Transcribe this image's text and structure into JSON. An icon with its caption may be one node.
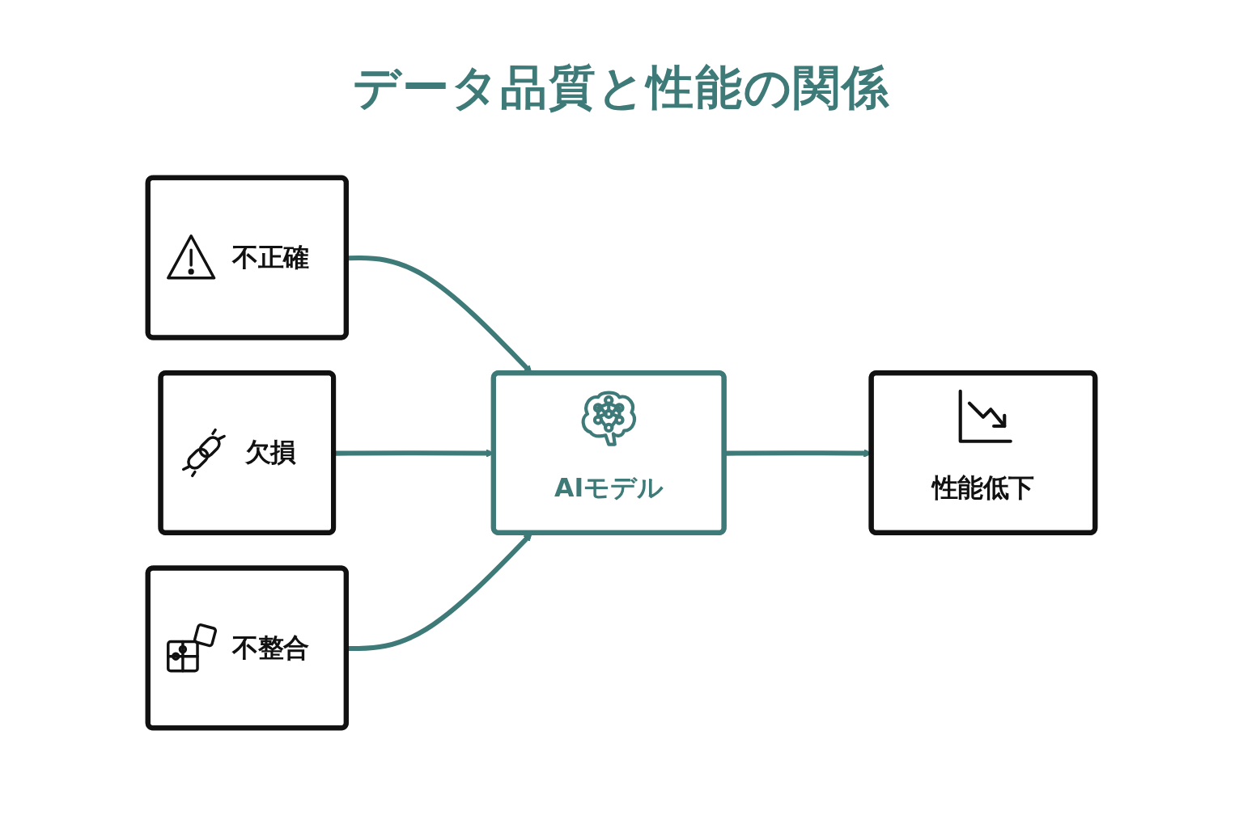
{
  "diagram": {
    "title": "データ品質と性能の関係",
    "nodes": [
      {
        "text": [
          "不正確"
        ]
      },
      {
        "text": [
          "欠損"
        ]
      },
      {
        "text": [
          "不整合"
        ]
      },
      {
        "text": [
          "AIモデル"
        ]
      },
      {
        "text": [
          "性能低下"
        ]
      }
    ],
    "edges": [
      {
        "from": 0,
        "to": 3,
        "arrow": "to"
      },
      {
        "from": 1,
        "to": 3,
        "arrow": "to"
      },
      {
        "from": 2,
        "to": 3,
        "arrow": "to"
      },
      {
        "from": 3,
        "to": 4,
        "arrow": "to"
      }
    ]
  }
}
